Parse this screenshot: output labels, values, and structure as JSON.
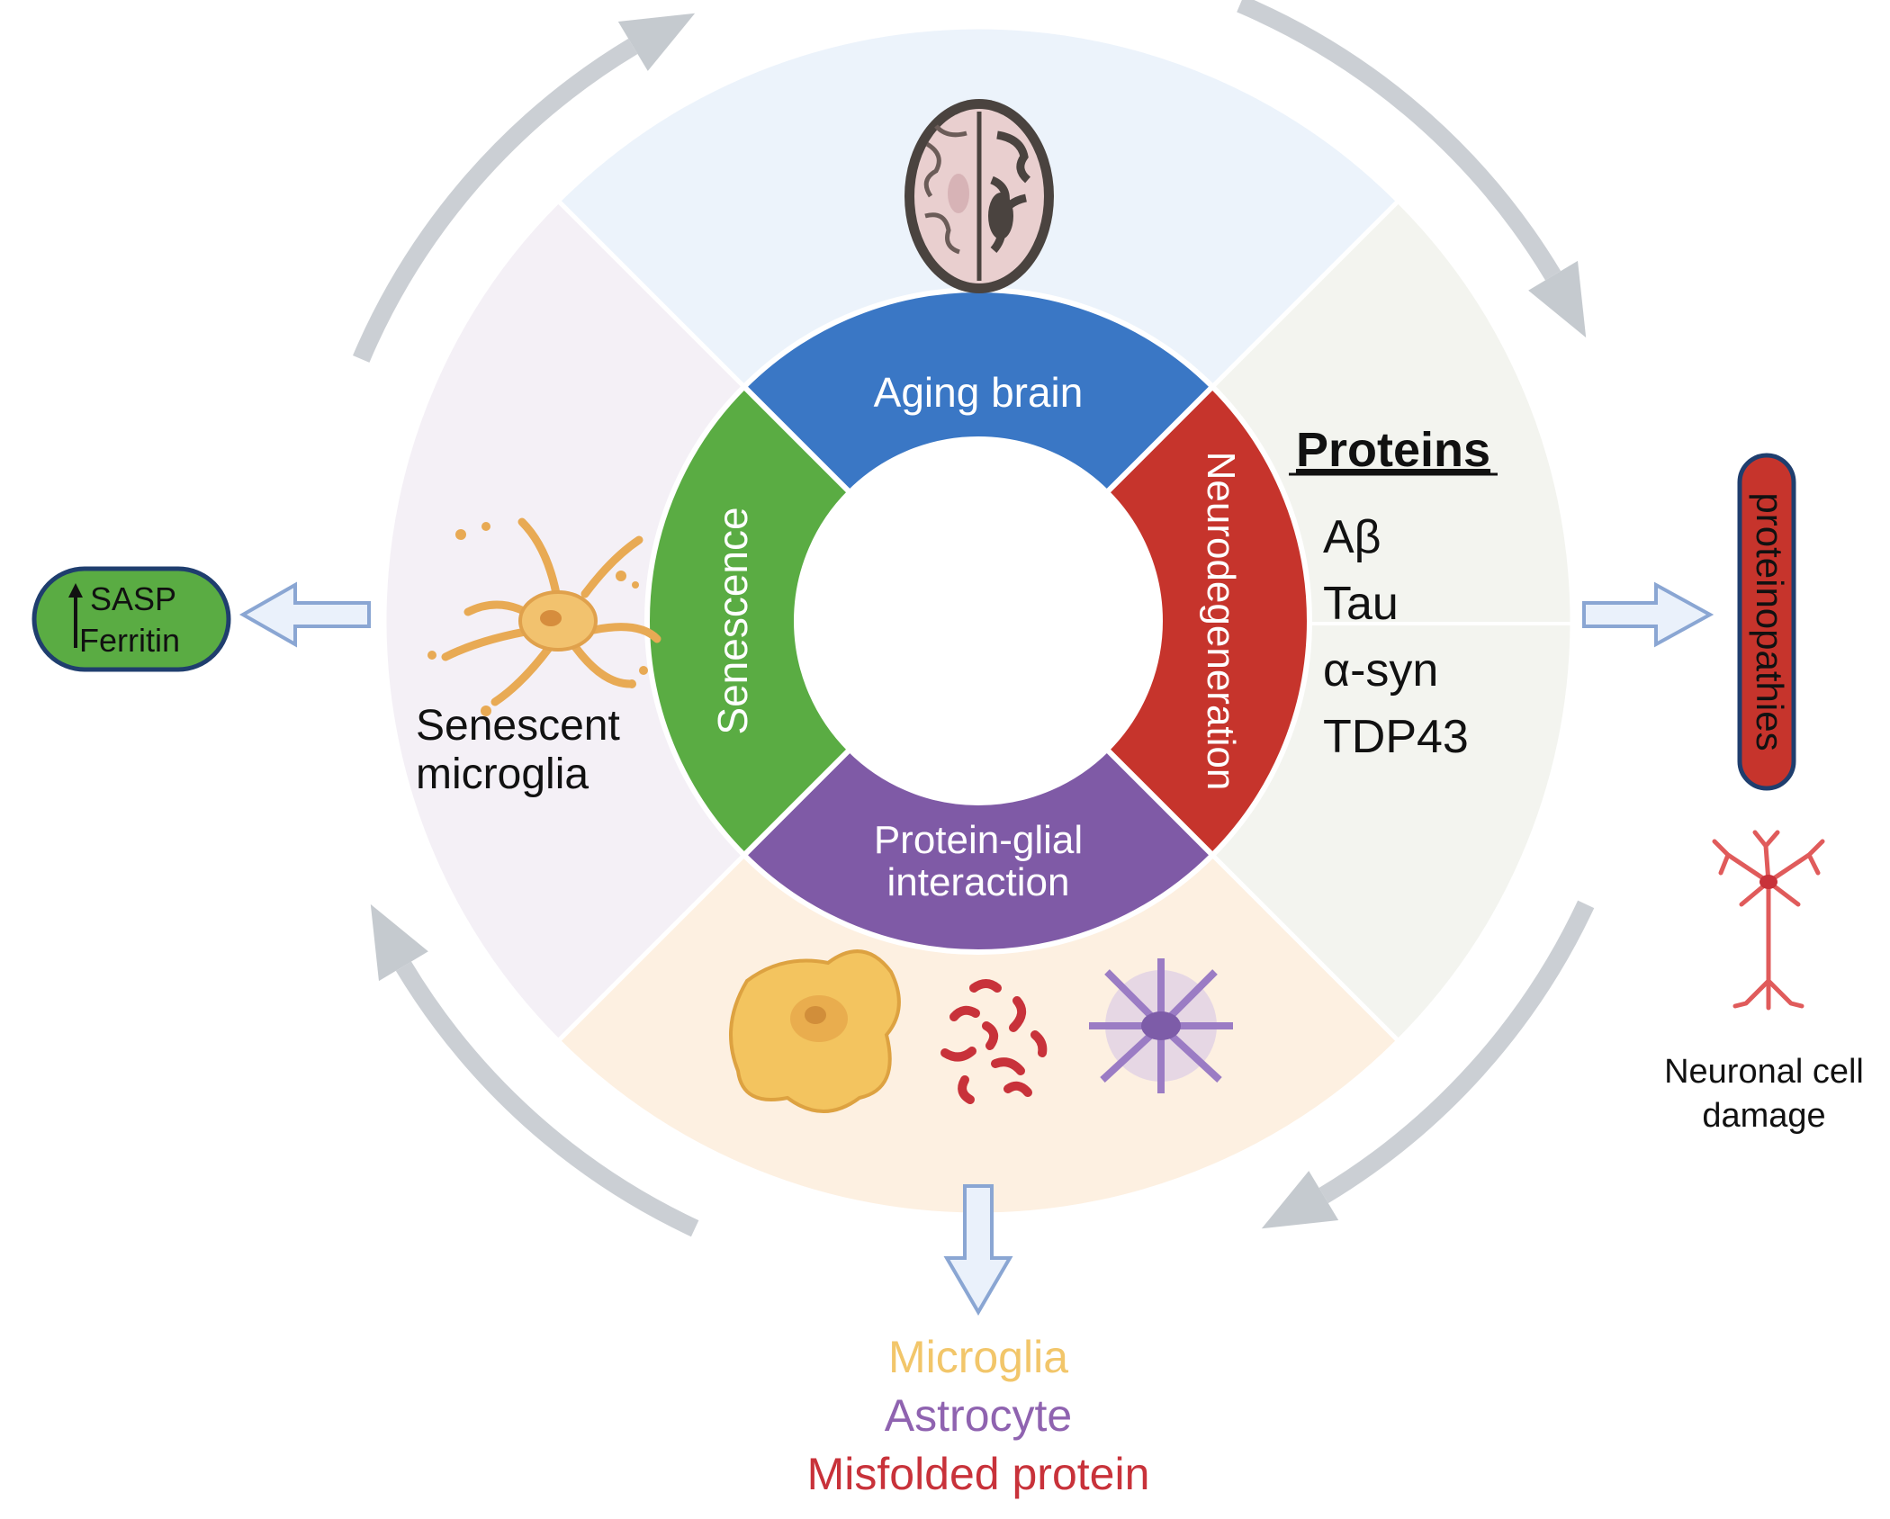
{
  "colors": {
    "aging_brain": "#3a77c5",
    "neurodegeneration": "#c6342c",
    "senescence": "#5aac43",
    "protein_glial": "#7f5aa6",
    "outer_top": "#ecf3fb",
    "outer_right": "#f3f4ef",
    "outer_bottom": "#fdf0e1",
    "outer_left": "#f4f0f6",
    "cycle_arrow": "#c5cacf",
    "hollow_arrow": "#eaf1fb",
    "hollow_arrow_stroke": "#8aa6d3",
    "microglia": "#f2c66a",
    "astrocyte": "#8f63b0",
    "misfolded": "#c8323a"
  },
  "inner_ring": {
    "aging_brain": "Aging brain",
    "neurodegeneration": "Neurodegeneration",
    "senescence": "Senescence",
    "protein_glial_line1": "Protein-glial",
    "protein_glial_line2": "interaction"
  },
  "proteins": {
    "heading": "Proteins",
    "items": [
      "Aβ",
      "Tau",
      "α-syn",
      "TDP43"
    ]
  },
  "senescent_microglia": {
    "line1": "Senescent",
    "line2": "microglia"
  },
  "sasp_box": {
    "line1": "SASP",
    "line2": "Ferritin"
  },
  "proteinopathies": "proteinopathies",
  "neuronal_damage": {
    "line1": "Neuronal cell",
    "line2": "damage"
  },
  "glia_legend": {
    "microglia": "Microglia",
    "astrocyte": "Astrocyte",
    "misfolded": "Misfolded protein"
  }
}
